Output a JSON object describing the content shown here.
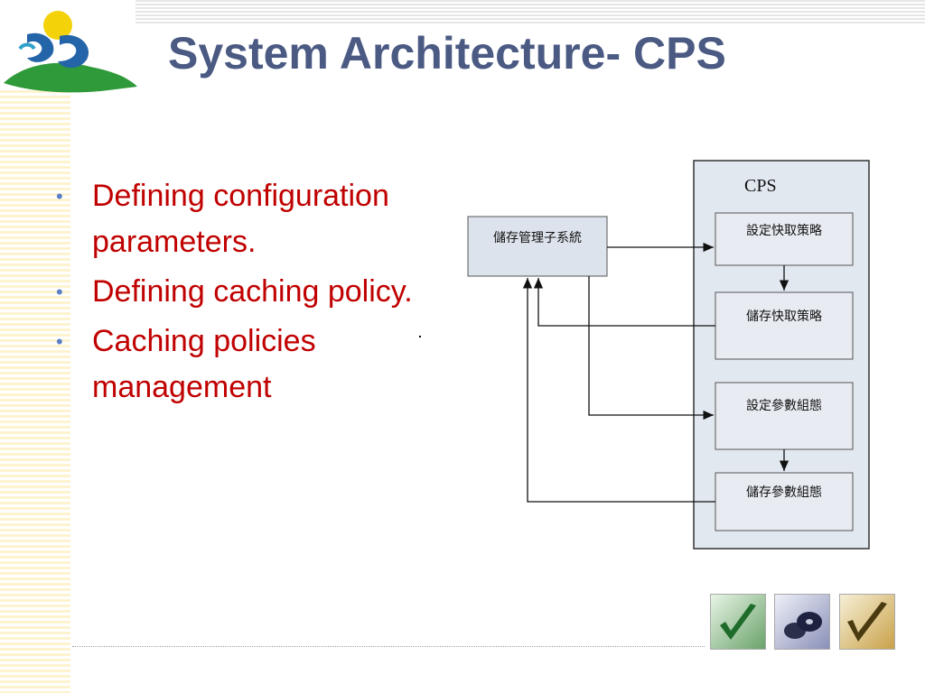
{
  "slide": {
    "title": "System Architecture- CPS",
    "bullets": [
      "Defining configuration parameters.",
      "Defining caching policy.",
      "Caching policies management"
    ]
  },
  "diagram": {
    "container_label": "CPS",
    "source_box": "儲存管理子系統",
    "steps": [
      "設定快取策略",
      "儲存快取策略",
      "設定參數組態",
      "儲存參數組態"
    ]
  },
  "colors": {
    "title": "#4a5a83",
    "bullet_text": "#c00000",
    "bullet_marker": "#5b7fc7",
    "box_fill": "#dde3ec",
    "container_fill": "#e2e8f0"
  },
  "icons": [
    "logo-icon",
    "check-mark-icon",
    "disc-icon",
    "check-mark-gold-icon"
  ]
}
